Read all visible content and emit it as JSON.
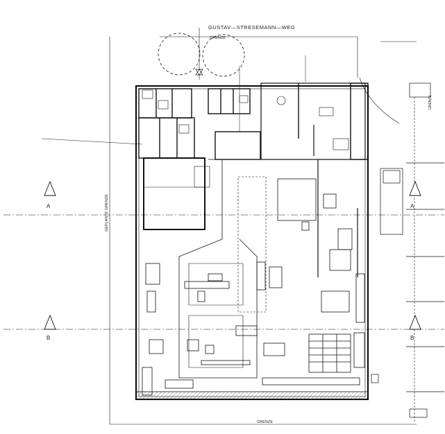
{
  "plan": {
    "street_name": "GUSTAV—STRESEMANN—WEG",
    "boundary_label": "GRENZE",
    "planned_boundary_label": "GEPLANTE GRENZE",
    "section_a": "A",
    "section_b": "B"
  },
  "colors": {
    "line": "#111111",
    "fill": "#ffffff",
    "hatch": "#333333"
  }
}
